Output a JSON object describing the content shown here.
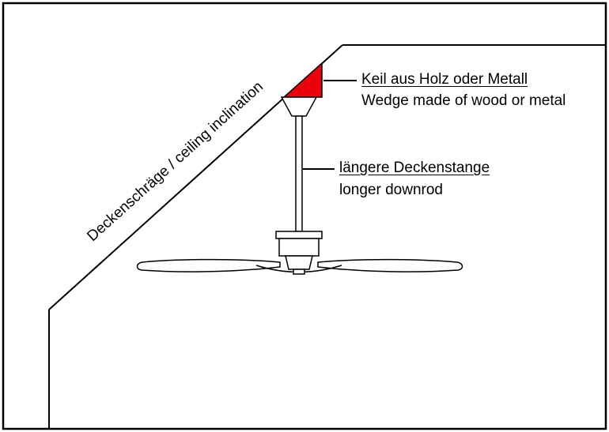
{
  "labels": {
    "slope": "Deckenschräge / ceiling inclination",
    "wedge_de": "Keil aus Holz oder Metall",
    "wedge_en": "Wedge made of wood or metal",
    "downrod_de": "längere Deckenstange",
    "downrod_en": "longer downrod"
  },
  "colors": {
    "wedge_fill": "#e8000d",
    "line": "#000000",
    "background": "#ffffff"
  }
}
